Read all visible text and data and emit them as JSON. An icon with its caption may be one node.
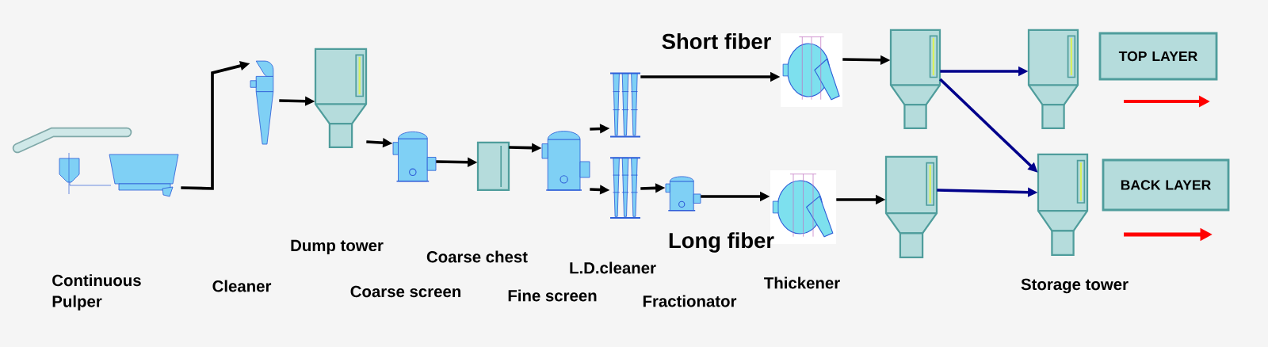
{
  "diagram": {
    "nodes": [
      {
        "text": [],
        "shape": "picture"
      },
      {
        "text": [],
        "shape": "picture"
      },
      {
        "text": [],
        "shape": "picture"
      },
      {
        "text": [],
        "shape": "picture"
      },
      {
        "text": [],
        "shape": "picture"
      },
      {
        "text": [],
        "shape": "picture"
      },
      {
        "text": [],
        "shape": "picture"
      },
      {
        "text": [],
        "shape": "picture"
      },
      {
        "text": [],
        "shape": "picture"
      },
      {
        "text": [],
        "shape": "picture"
      },
      {
        "text": [],
        "shape": "picture"
      },
      {
        "text": [],
        "shape": "picture"
      },
      {
        "text": [],
        "shape": "picture"
      },
      {
        "text": [],
        "shape": "picture"
      },
      {
        "text": [],
        "shape": "picture"
      },
      {
        "text": [
          "TOP LAYER"
        ]
      },
      {
        "text": [
          "BACK LAYER"
        ]
      }
    ],
    "edges": [
      {
        "from": 0,
        "to": 1,
        "arrow": "to"
      },
      {
        "from": 1,
        "to": 2,
        "arrow": "to"
      },
      {
        "from": 2,
        "to": 3,
        "arrow": "to"
      },
      {
        "from": 3,
        "to": 4,
        "arrow": "to"
      },
      {
        "from": 4,
        "to": 5,
        "arrow": "to"
      },
      {
        "from": 5,
        "to": 6,
        "arrow": "to"
      },
      {
        "from": 5,
        "to": 7,
        "arrow": "to"
      },
      {
        "from": 6,
        "to": 9,
        "arrow": "to"
      },
      {
        "from": 7,
        "to": 8,
        "arrow": "to"
      },
      {
        "from": 8,
        "to": 10,
        "arrow": "to"
      },
      {
        "from": 9,
        "to": 11,
        "arrow": "to"
      },
      {
        "from": 10,
        "to": 12,
        "arrow": "to"
      },
      {
        "from": 11,
        "to": 13,
        "arrow": "to",
        "color": "#00008b"
      },
      {
        "from": 11,
        "to": 14,
        "arrow": "to",
        "color": "#00008b"
      },
      {
        "from": 12,
        "to": 14,
        "arrow": "to",
        "color": "#00008b"
      }
    ],
    "labels": [
      "Short fiber",
      "Long  fiber",
      "Continuous Pulper",
      "Cleaner",
      "Dump tower",
      "Coarse screen",
      "Coarse chest",
      "Fine screen",
      "L.D.cleaner",
      "Fractionator",
      "Thickener",
      "Storage tower"
    ]
  }
}
